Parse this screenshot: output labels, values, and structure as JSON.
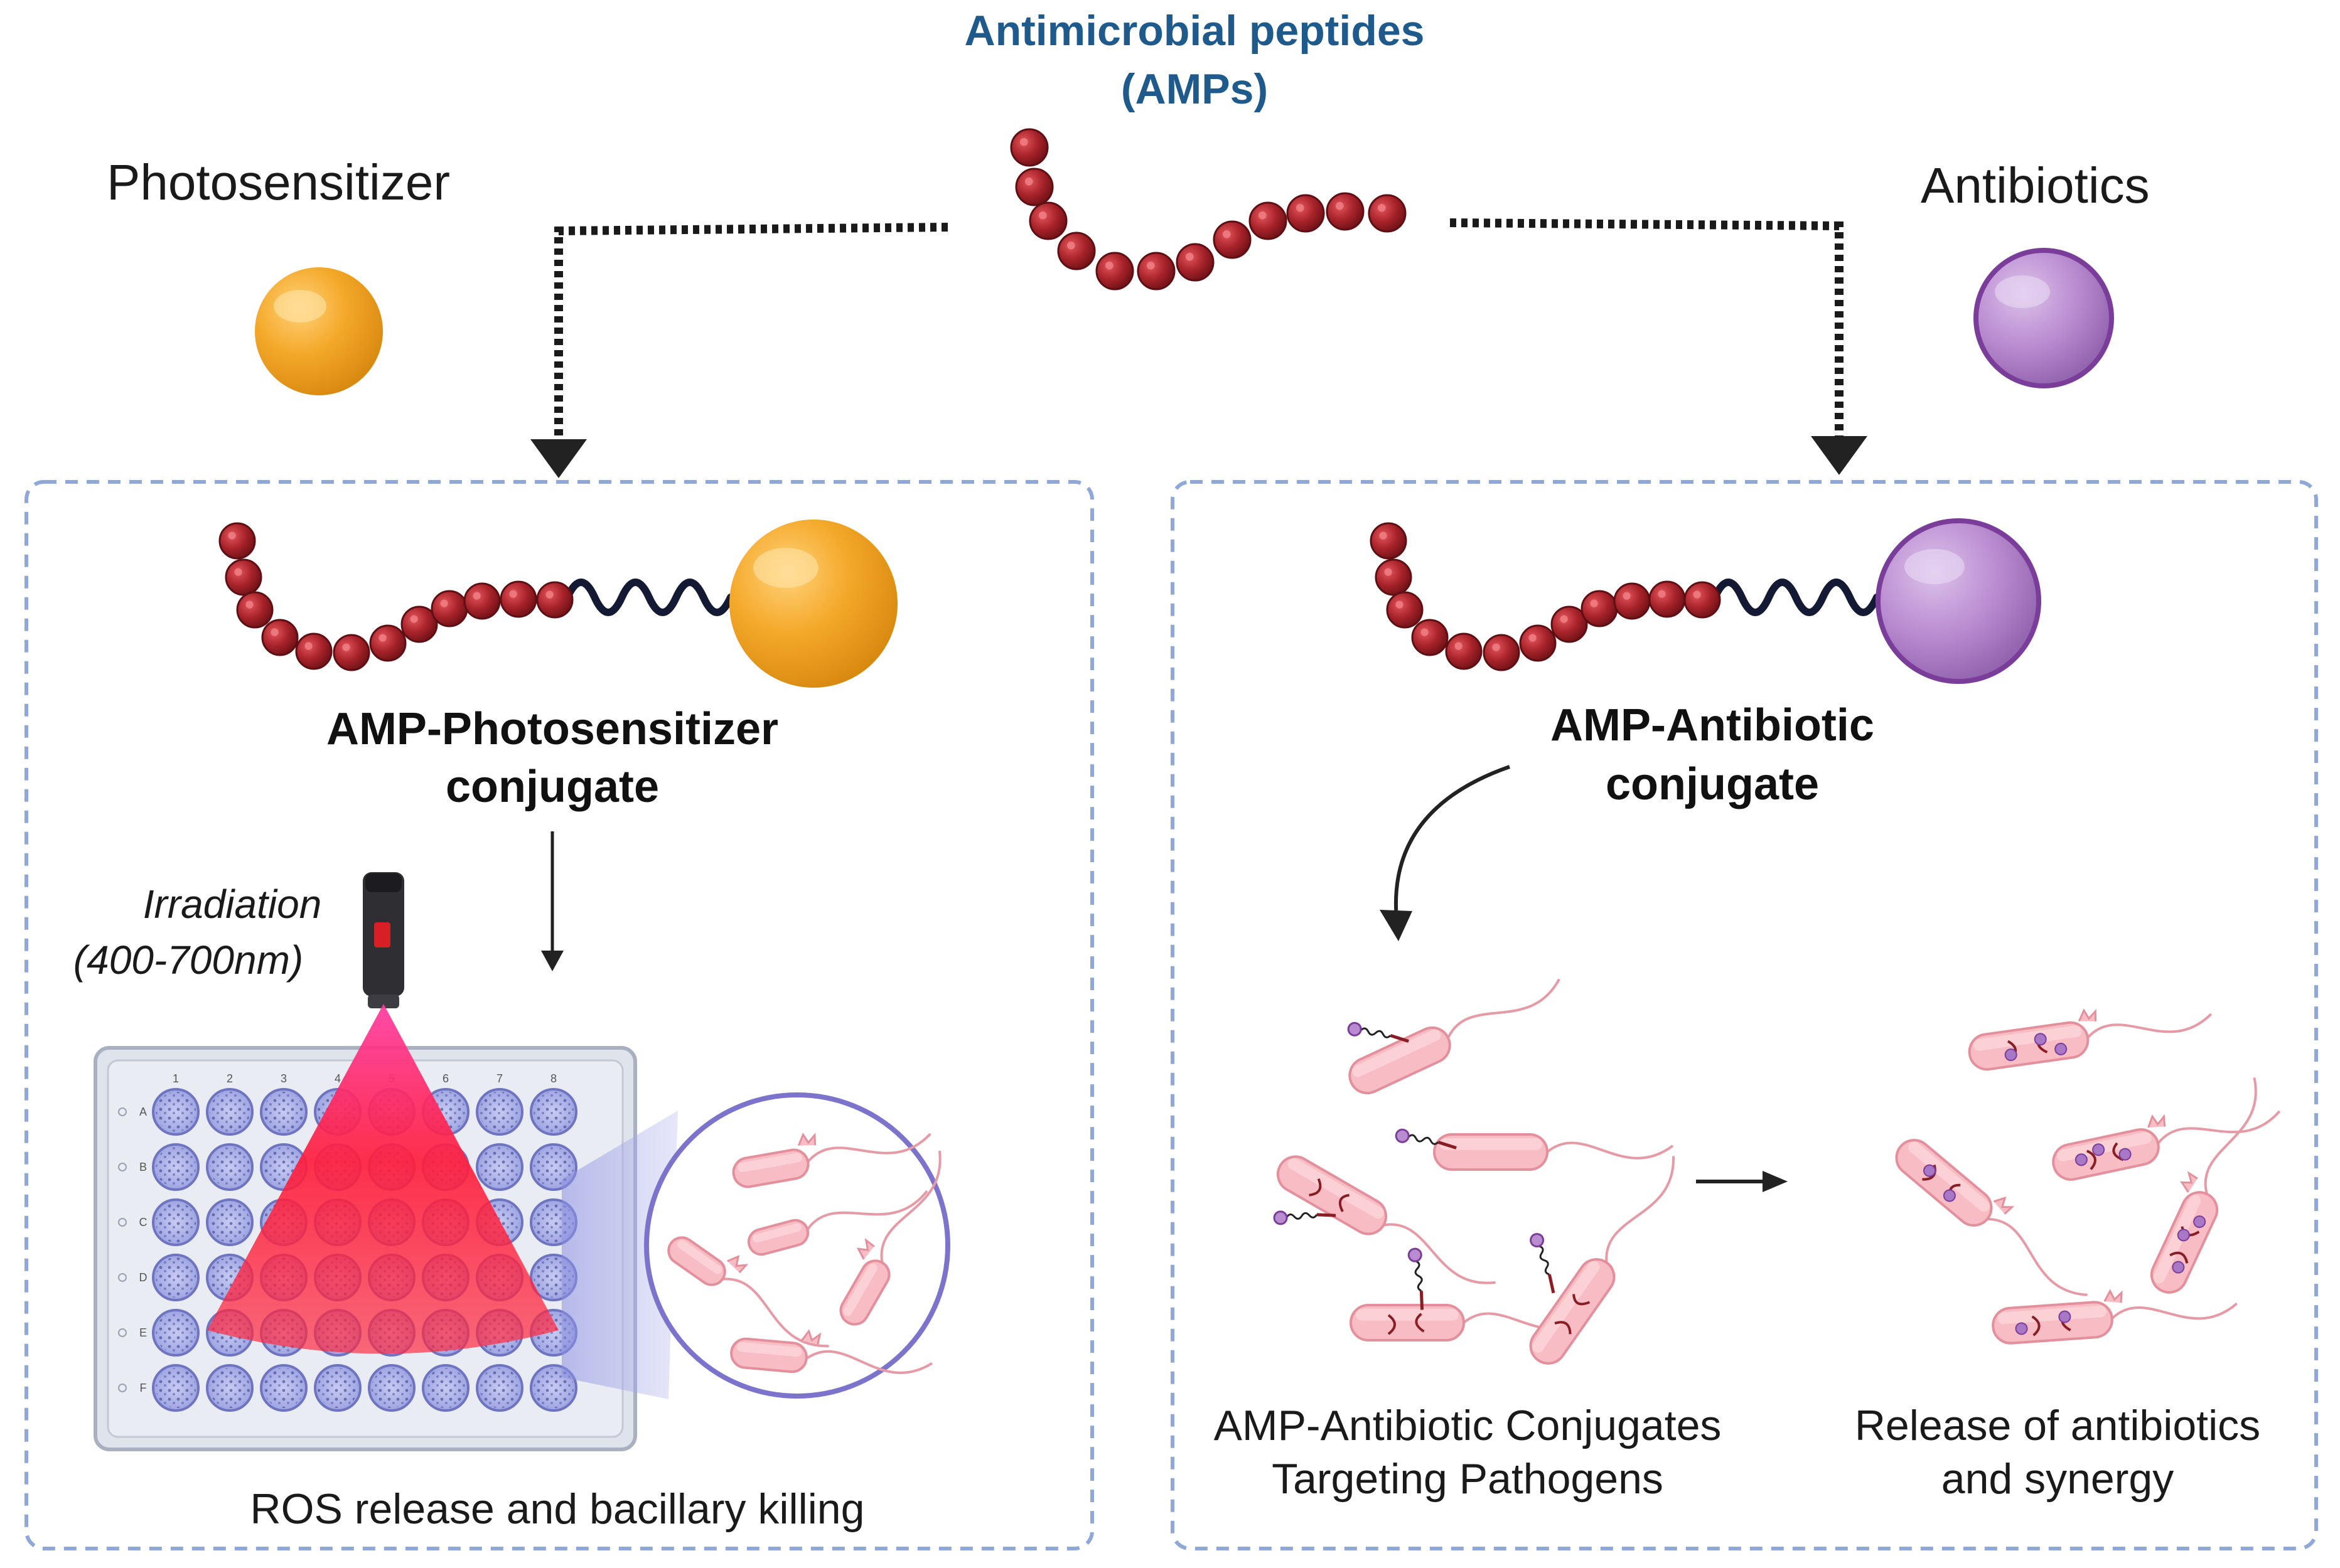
{
  "title": {
    "line1": "Antimicrobial peptides",
    "line2": "(AMPs)"
  },
  "inputs": {
    "photosensitizer_label": "Photosensitizer",
    "antibiotics_label": "Antibiotics"
  },
  "left_panel": {
    "conjugate_line1": "AMP-Photosensitizer",
    "conjugate_line2": "conjugate",
    "irradiation_line1": "Irradiation",
    "irradiation_line2": "(400-700nm)",
    "plate_columns": [
      "1",
      "2",
      "3",
      "4",
      "5",
      "6",
      "7",
      "8"
    ],
    "plate_rows": [
      "A",
      "B",
      "C",
      "D",
      "E",
      "F"
    ],
    "caption": "ROS release and bacillary killing"
  },
  "right_panel": {
    "conjugate_line1": "AMP-Antibiotic",
    "conjugate_line2": "conjugate",
    "caption_left_line1": "AMP-Antibiotic Conjugates",
    "caption_left_line2": "Targeting Pathogens",
    "caption_right_line1": "Release of antibiotics",
    "caption_right_line2": "and synergy"
  },
  "colors": {
    "title": "#1f5a8c",
    "peptide_bead": "#a8232a",
    "photosensitizer": "#f4a829",
    "antibiotic": "#b98bd0",
    "panel_border": "#8fa8d8",
    "laser": "#ff1e3c",
    "bacteria": "#f5b3bc"
  },
  "icons": [
    "dotted-arrow-icon",
    "laser-pointer-icon",
    "well-plate-icon",
    "magnifier-circle-icon",
    "bacteria-icon",
    "curved-arrow-icon"
  ]
}
